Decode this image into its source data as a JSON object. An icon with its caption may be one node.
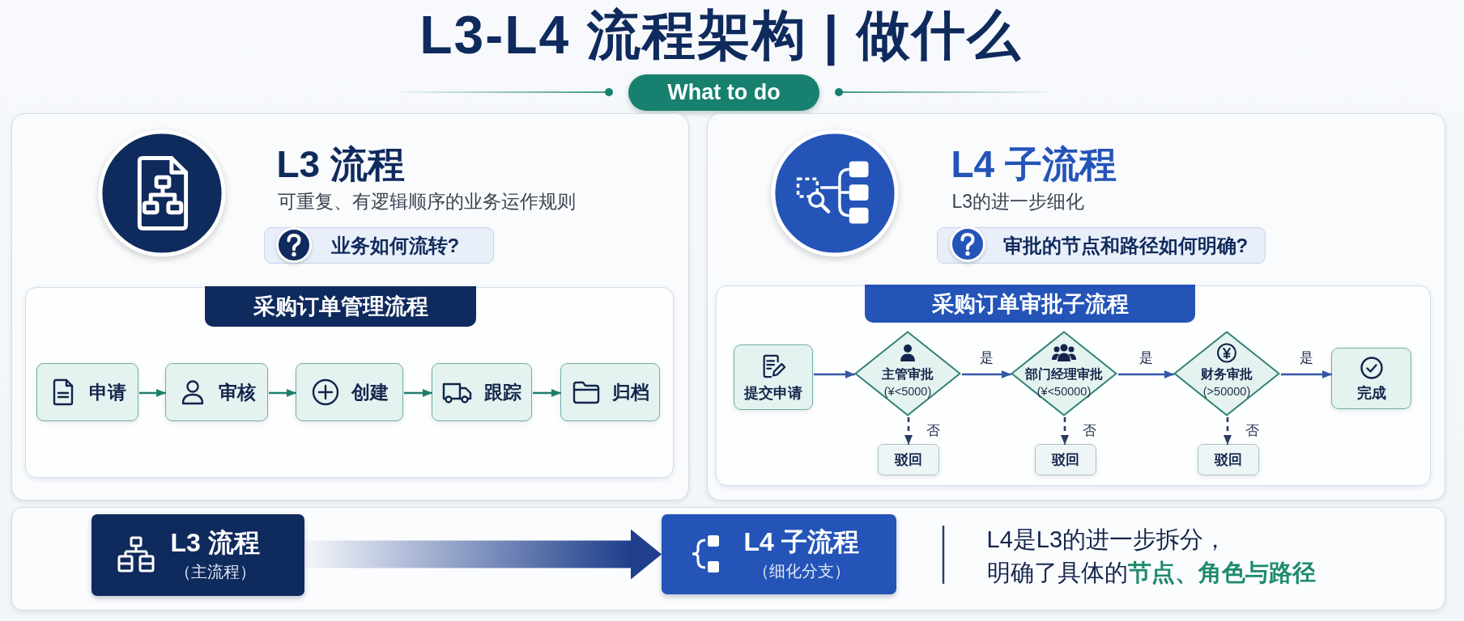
{
  "diagram": {
    "title": "L3-L4 流程架构 | 做什么",
    "nodes": [
      {
        "text": [
          "What to do"
        ]
      },
      {
        "text": [
          "L3 流程",
          "可重复、有逻辑顺序的业务运作规则"
        ]
      },
      {
        "text": [
          "业务如何流转?"
        ],
        "in": 1
      },
      {
        "text": [
          "采购订单管理流程"
        ],
        "in": 1
      },
      {
        "text": [
          "申请"
        ],
        "in": 3
      },
      {
        "text": [
          "审核"
        ],
        "in": 3
      },
      {
        "text": [
          "创建"
        ],
        "in": 3
      },
      {
        "text": [
          "跟踪"
        ],
        "in": 3
      },
      {
        "text": [
          "归档"
        ],
        "in": 3
      },
      {
        "text": [
          "L4 子流程",
          "L3的进一步细化"
        ]
      },
      {
        "text": [
          "审批的节点和路径如何明确?"
        ],
        "in": 9
      },
      {
        "text": [
          "采购订单审批子流程"
        ],
        "in": 9
      },
      {
        "text": [
          "提交申请"
        ],
        "in": 11
      },
      {
        "text": [
          "主管审批",
          "(¥<5000)"
        ],
        "in": 11
      },
      {
        "text": [
          "部门经理审批",
          "(¥<50000)"
        ],
        "in": 11
      },
      {
        "text": [
          "财务审批",
          "(>50000)"
        ],
        "in": 11
      },
      {
        "text": [
          "完成"
        ],
        "in": 11
      },
      {
        "text": [
          "驳回"
        ],
        "in": 11
      },
      {
        "text": [
          "驳回"
        ],
        "in": 11
      },
      {
        "text": [
          "驳回"
        ],
        "in": 11
      },
      {
        "text": [
          "L4是L3的进一步拆分，明确了具体的**节点、角色与路径**"
        ]
      },
      {
        "text": [
          "L3 流程",
          "（主流程）"
        ],
        "in": 20
      },
      {
        "text": [
          "L4 子流程",
          "（细化分支）"
        ],
        "in": 20
      }
    ],
    "edges": [
      {
        "from": 4,
        "to": 5,
        "arrow": "to",
        "color": "#1f7f6e"
      },
      {
        "from": 5,
        "to": 6,
        "arrow": "to",
        "color": "#1f7f6e"
      },
      {
        "from": 6,
        "to": 7,
        "arrow": "to",
        "color": "#1f7f6e"
      },
      {
        "from": 7,
        "to": 8,
        "arrow": "to",
        "color": "#1f7f6e"
      },
      {
        "from": 12,
        "to": 13,
        "arrow": "to"
      },
      {
        "from": 13,
        "to": 14,
        "arrow": "to",
        "label": "是"
      },
      {
        "from": 14,
        "to": 15,
        "arrow": "to",
        "label": "是"
      },
      {
        "from": 15,
        "to": 16,
        "arrow": "to",
        "label": "是"
      },
      {
        "from": 13,
        "to": 17,
        "arrow": "to",
        "label": "否",
        "style": "dashed",
        "color": "#2b3d63"
      },
      {
        "from": 14,
        "to": 18,
        "arrow": "to",
        "label": "否",
        "style": "dashed",
        "color": "#2b3d63"
      },
      {
        "from": 15,
        "to": 19,
        "arrow": "to",
        "label": "否",
        "style": "dashed",
        "color": "#2b3d63"
      },
      {
        "from": 21,
        "to": 22,
        "arrow": "to",
        "style": "thick",
        "color": "#1f3f8c"
      }
    ]
  }
}
